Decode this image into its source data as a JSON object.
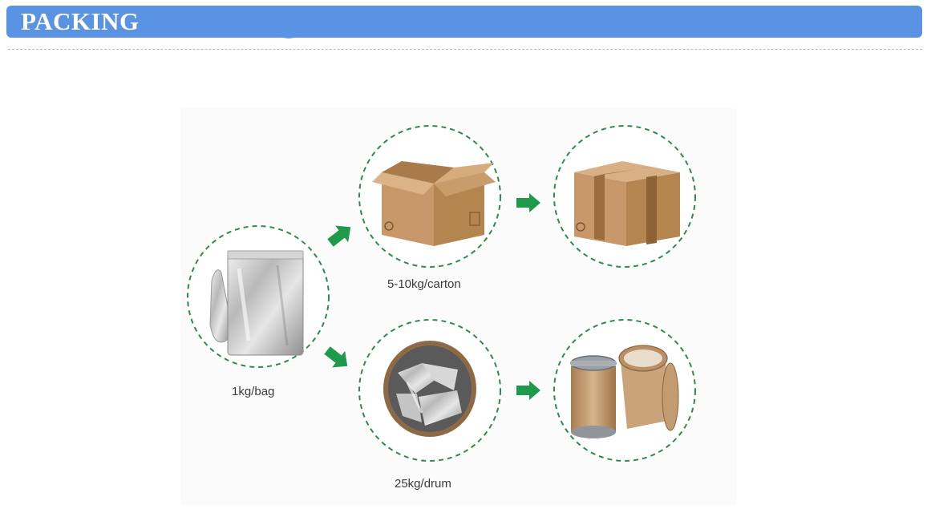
{
  "header": {
    "title": "PACKING"
  },
  "colors": {
    "header": "#5b93e4",
    "arrow": "#1e9a4a",
    "dashed_circle": "#2f8a4d",
    "cardboard": "#c89b6a"
  },
  "flow": {
    "steps": [
      {
        "label": "1kg/bag",
        "icon": "foil-bag-icon"
      },
      {
        "label": "5-10kg/carton",
        "icon": "open-carton-icon"
      },
      {
        "label": "",
        "icon": "sealed-carton-icon"
      },
      {
        "label": "25kg/drum",
        "icon": "open-drum-icon"
      },
      {
        "label": "",
        "icon": "fiber-drum-icon"
      }
    ]
  }
}
